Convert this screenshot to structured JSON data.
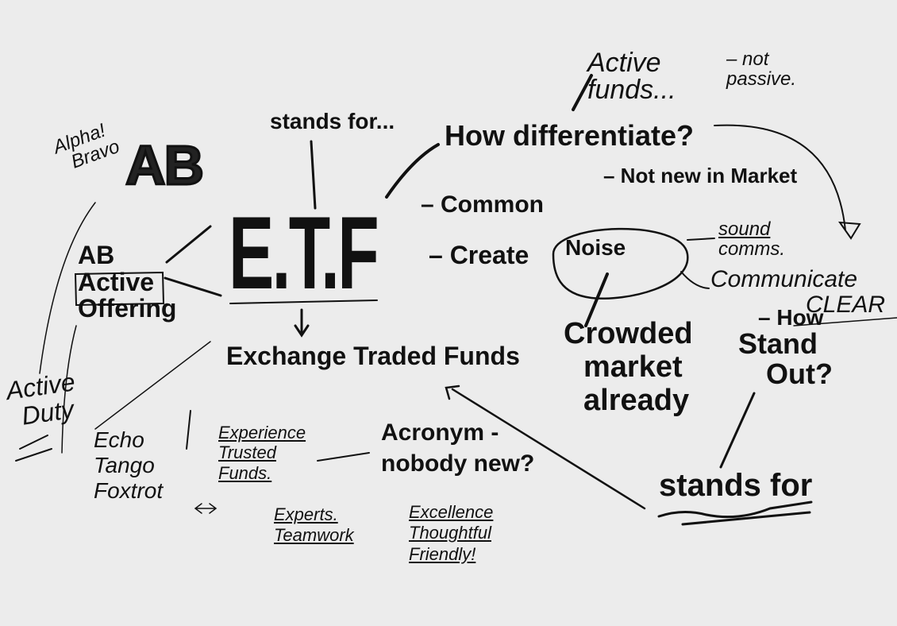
{
  "board": {
    "center": "E.T.F",
    "stands_for_top": "stands for...",
    "expansion": "Exchange Traded Funds",
    "differentiate": "How differentiate?",
    "active_funds": "Active funds...",
    "not_passive": "– not passive.",
    "common": "– Common",
    "not_new": "– Not new in Market",
    "create": "– Create",
    "noise": "Noise",
    "sound_comms": [
      "sound",
      "comms."
    ],
    "communicate": [
      "Communicate",
      "CLEAR"
    ],
    "crowded": [
      "Crowded",
      "market",
      "already"
    ],
    "stand_out": [
      "– How",
      "Stand",
      "Out?"
    ],
    "stands_for_bottom": "stands for",
    "ab_logo": "AB",
    "alpha_bravo": [
      "Alpha!",
      "Bravo"
    ],
    "ab_active_offering": [
      "AB",
      "Active",
      "Offering"
    ],
    "active_duty": [
      "Active",
      "Duty"
    ],
    "echo_tango_foxtrot": [
      "Echo",
      "Tango",
      "Foxtrot"
    ],
    "experience_trusted_funds": [
      "Experience",
      "Trusted",
      "Funds."
    ],
    "acronym": [
      "Acronym -",
      "nobody new?"
    ],
    "experts_teamwork": [
      "Experts.",
      "Teamwork"
    ],
    "excellence": [
      "Excellence",
      "Thoughtful",
      "Friendly!"
    ]
  }
}
